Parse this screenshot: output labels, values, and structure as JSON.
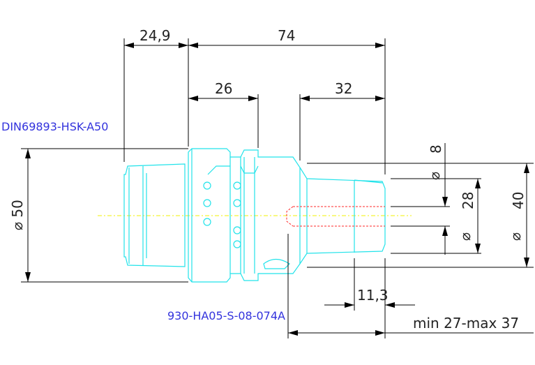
{
  "labels": {
    "standard": "DIN69893-HSK-A50",
    "part_number": "930-HA05-S-08-074A",
    "clamping_range": "min 27-max 37"
  },
  "dimensions": {
    "flange_length": "24,9",
    "total_length": "74",
    "body_length": "26",
    "nose_length": "32",
    "depth": "11,3",
    "bore_dia": "8",
    "bore_symbol": "⌀",
    "nose_dia": "28",
    "nose_symbol": "⌀",
    "collar_dia": "40",
    "collar_symbol": "⌀",
    "shank_dia": "⌀ 50"
  },
  "colors": {
    "part_outline": "#22e3ea",
    "hidden_lines": "#ff2a2a",
    "center_line": "#f0f000",
    "dimension": "#000000",
    "label": "#3333dd"
  }
}
